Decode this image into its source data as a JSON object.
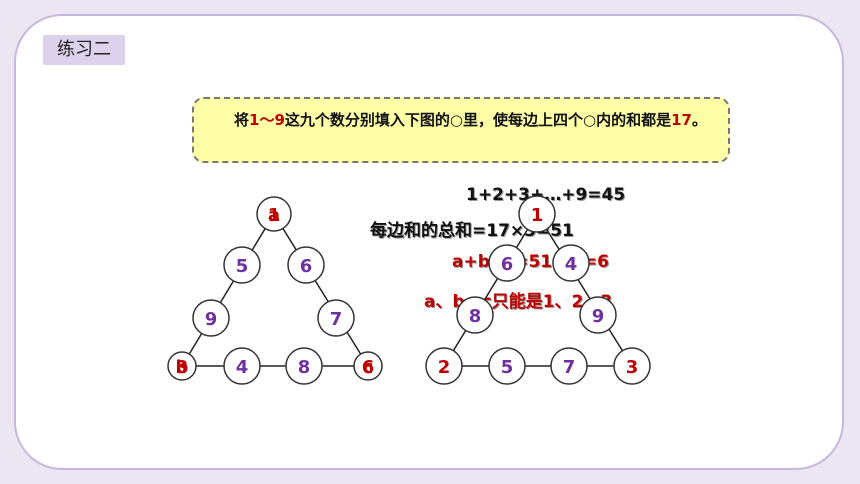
{
  "lesson_title": "练习二",
  "problem": {
    "part1": "将",
    "range": "1～9",
    "part2": "这九个数分别填入下图的○里，使每边上四个○内的和都是",
    "target": "17",
    "part3": "。"
  },
  "equations": {
    "eq1": "1+2+3+…+9=45",
    "eq2": "每边和的总和=17×3=51",
    "eq3": "a+b+c=51-45=6",
    "eq4": "a、b、c只能是1、2、3"
  },
  "left_triangle": {
    "top_overlay": [
      "a",
      "1"
    ],
    "left_side": [
      "5",
      "9"
    ],
    "right_side": [
      "6",
      "7"
    ],
    "bottom_left_overlay": [
      "b",
      "3"
    ],
    "bottom_middle": [
      "4",
      "8"
    ],
    "bottom_right_overlay": [
      "c",
      "6"
    ]
  },
  "right_triangle": {
    "top": "1",
    "left_side": [
      "6",
      "8"
    ],
    "right_side": [
      "4",
      "9"
    ],
    "bottom_left": "2",
    "bottom_middle": [
      "5",
      "7"
    ],
    "bottom_right": "3"
  },
  "colors": {
    "red": "#c00000",
    "purple": "#7030a0",
    "highlight_box": "#ffffa8",
    "title_bg": "#ddd2ec"
  }
}
